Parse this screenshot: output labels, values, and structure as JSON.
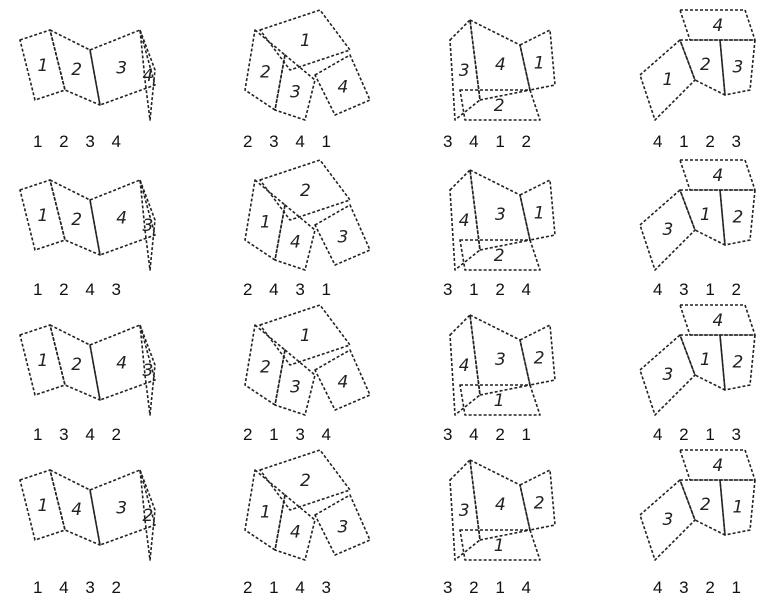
{
  "figure": {
    "panels": [
      {
        "sequence": "1 2 3 4",
        "sheets": [
          "1",
          "2",
          "3",
          "4"
        ]
      },
      {
        "sequence": "2 3 4 1",
        "sheets": [
          "1",
          "2",
          "3",
          "4"
        ]
      },
      {
        "sequence": "3 4 1 2",
        "sheets": [
          "3",
          "4",
          "1",
          "2"
        ]
      },
      {
        "sequence": "4 1 2 3",
        "sheets": [
          "4",
          "1",
          "2",
          "3"
        ]
      },
      {
        "sequence": "1 2 4 3",
        "sheets": [
          "1",
          "2",
          "4",
          "3"
        ]
      },
      {
        "sequence": "2 4 3 1",
        "sheets": [
          "2",
          "1",
          "4",
          "3"
        ]
      },
      {
        "sequence": "3 1 2 4",
        "sheets": [
          "4",
          "3",
          "1",
          "2"
        ]
      },
      {
        "sequence": "4 3 1 2",
        "sheets": [
          "4",
          "3",
          "1",
          "2"
        ]
      },
      {
        "sequence": "1 3 4 2",
        "sheets": [
          "1",
          "2",
          "4",
          "3"
        ]
      },
      {
        "sequence": "2 1 3 4",
        "sheets": [
          "1",
          "2",
          "3",
          "4"
        ]
      },
      {
        "sequence": "3 4 2 1",
        "sheets": [
          "4",
          "3",
          "2",
          "1"
        ]
      },
      {
        "sequence": "4 2 1 3",
        "sheets": [
          "4",
          "3",
          "1",
          "2"
        ]
      },
      {
        "sequence": "1 4 3 2",
        "sheets": [
          "1",
          "4",
          "3",
          "2"
        ]
      },
      {
        "sequence": "2 1 4 3",
        "sheets": [
          "2",
          "1",
          "4",
          "3"
        ]
      },
      {
        "sequence": "3 2 1 4",
        "sheets": [
          "3",
          "4",
          "2",
          "1"
        ]
      },
      {
        "sequence": "4 3 2 1",
        "sheets": [
          "4",
          "3",
          "2",
          "1"
        ]
      }
    ]
  }
}
